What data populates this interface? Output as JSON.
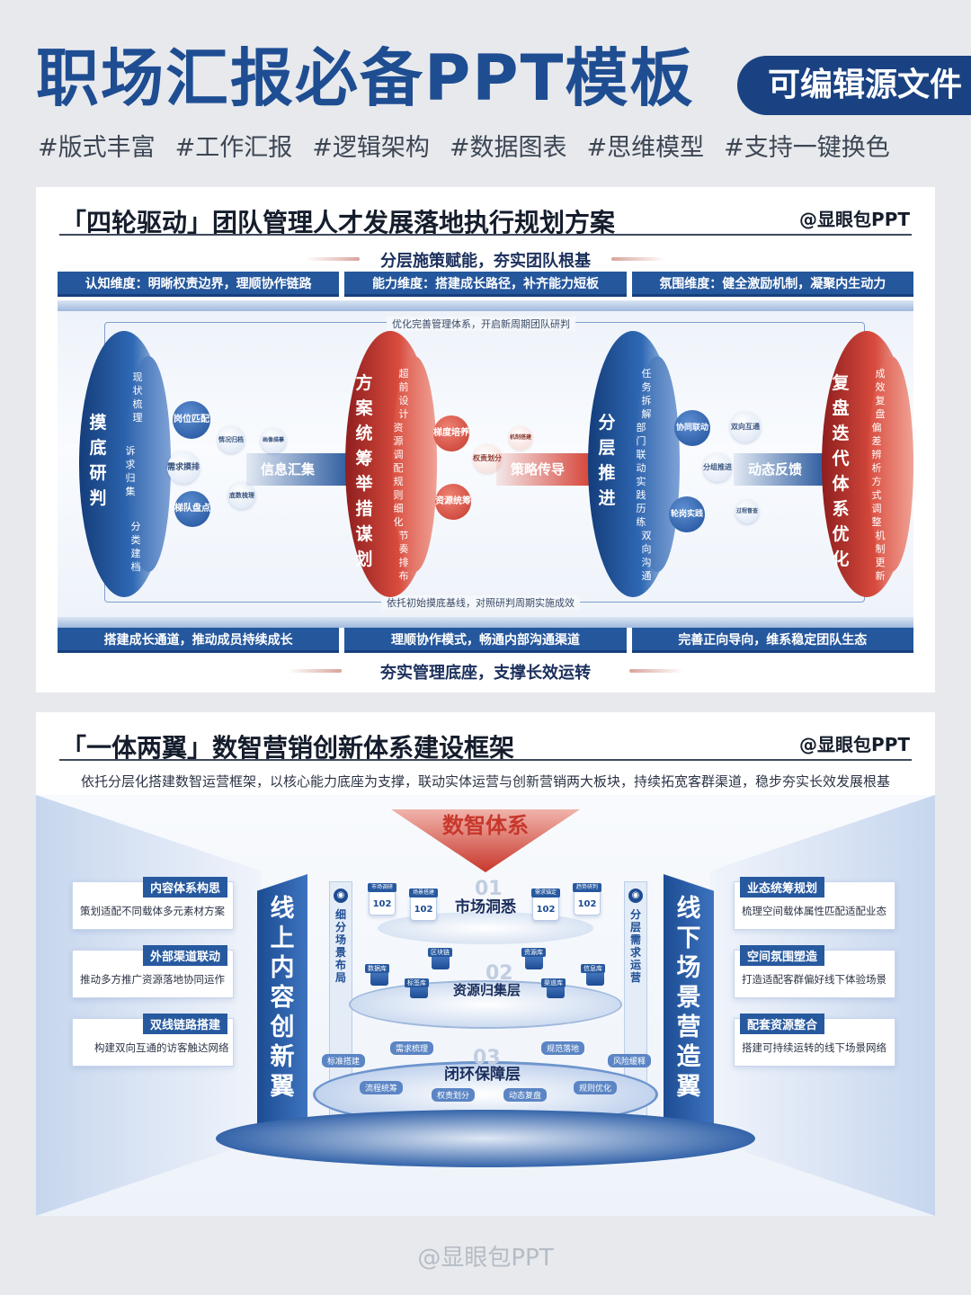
{
  "header": {
    "title": "职场汇报必备PPT模板",
    "badge": "可编辑源文件",
    "tags": [
      "#版式丰富",
      "#工作汇报",
      "#逻辑架构",
      "#数据图表",
      "#思维模型",
      "#支持一键换色"
    ]
  },
  "card1": {
    "title": "「四轮驱动」团队管理人才发展落地执行规划方案",
    "brand": "@显眼包PPT",
    "top_heading": "分层施策赋能，夯实团队根基",
    "top_bars": [
      "认知维度：明晰权责边界，理顺协作链路",
      "能力维度：搭建成长路径，补齐能力短板",
      "氛围维度：健全激励机制，凝聚内生动力"
    ],
    "loop_top": "优化完善管理体系，开启新周期团队研判",
    "loop_bottom": "依托初始摸底基线，对照研判周期实施成效",
    "wheels": [
      {
        "title": "摸底研判",
        "sub": [
          "现状梳理",
          "诉求归集",
          "分类建档"
        ]
      },
      {
        "title": "方案统筹举措谋划",
        "sub": [
          "超前设计",
          "资源调配",
          "规则细化",
          "节奏排布"
        ]
      },
      {
        "title": "分层推进",
        "sub": [
          "任务拆解",
          "部门联动",
          "实践历练",
          "双向沟通"
        ]
      },
      {
        "title": "复盘迭代体系优化",
        "sub": [
          "成效复盘",
          "偏差辨析",
          "方式调整",
          "机制更新"
        ]
      }
    ],
    "dots1": [
      "岗位匹配",
      "需求摸排",
      "梯队盘点",
      "情况归档",
      "底数梳理",
      "画像描摹"
    ],
    "dots2": [
      "梯度培养",
      "资源统筹",
      "权责划分",
      "机制搭建"
    ],
    "dots3": [
      "协同联动",
      "轮岗实践",
      "双向互通",
      "分组推进",
      "过程督查"
    ],
    "arrows": [
      "信息汇集",
      "策略传导",
      "动态反馈"
    ],
    "bottom_bars": [
      "搭建成长通道，推动成员持续成长",
      "理顺协作模式，畅通内部沟通渠道",
      "完善正向导向，维系稳定团队生态"
    ],
    "bottom_heading": "夯实管理底座，支撑长效运转"
  },
  "card2": {
    "title": "「一体两翼」数智营销创新体系建设框架",
    "brand": "@显眼包PPT",
    "subtitle": "依托分层化搭建数智运营框架，以核心能力底座为支撑，联动实体运营与创新营销两大板块，持续拓宽客群渠道，稳步夯实长效发展根基",
    "left_cards": [
      {
        "title": "内容体系构思",
        "desc": "策划适配不同载体多元素材方案"
      },
      {
        "title": "外部渠道联动",
        "desc": "推动多方推广资源落地协同运作"
      },
      {
        "title": "双线链路搭建",
        "desc": "构建双向互通的访客触达网络"
      }
    ],
    "right_cards": [
      {
        "title": "业态统筹规划",
        "desc": "梳理空间载体属性匹配适配业态"
      },
      {
        "title": "空间氛围塑造",
        "desc": "打造适配客群偏好线下体验场景"
      },
      {
        "title": "配套资源整合",
        "desc": "搭建可持续运转的线下场景网络"
      }
    ],
    "left_pillar": "线上内容创新翼",
    "left_side": "细分场景布局",
    "right_pillar": "线下场景营造翼",
    "right_side": "分层需求运营",
    "core_label": "数智体系",
    "tiers": [
      {
        "num": "01",
        "label": "市场洞悉"
      },
      {
        "num": "02",
        "label": "资源归集层"
      },
      {
        "num": "03",
        "label": "闭环保障层"
      }
    ],
    "tier1_chips": [
      {
        "tag": "市场调研",
        "value": "102"
      },
      {
        "tag": "场景搭建",
        "value": "102"
      },
      {
        "tag": "需求锚定",
        "value": "102"
      },
      {
        "tag": "趋势研判",
        "value": "102"
      }
    ],
    "tier2_tags": [
      "数据库",
      "标签库",
      "区块链",
      "资源库",
      "渠道库",
      "信息库"
    ],
    "tier3_tags": [
      "标准搭建",
      "需求梳理",
      "规范落地",
      "风险缓释",
      "流程统筹",
      "权责划分",
      "动态复盘",
      "规则优化"
    ]
  },
  "footer": "@显眼包PPT",
  "colors": {
    "primary": "#1e4d92",
    "accent": "#c8372c",
    "bar": "#25579d"
  }
}
